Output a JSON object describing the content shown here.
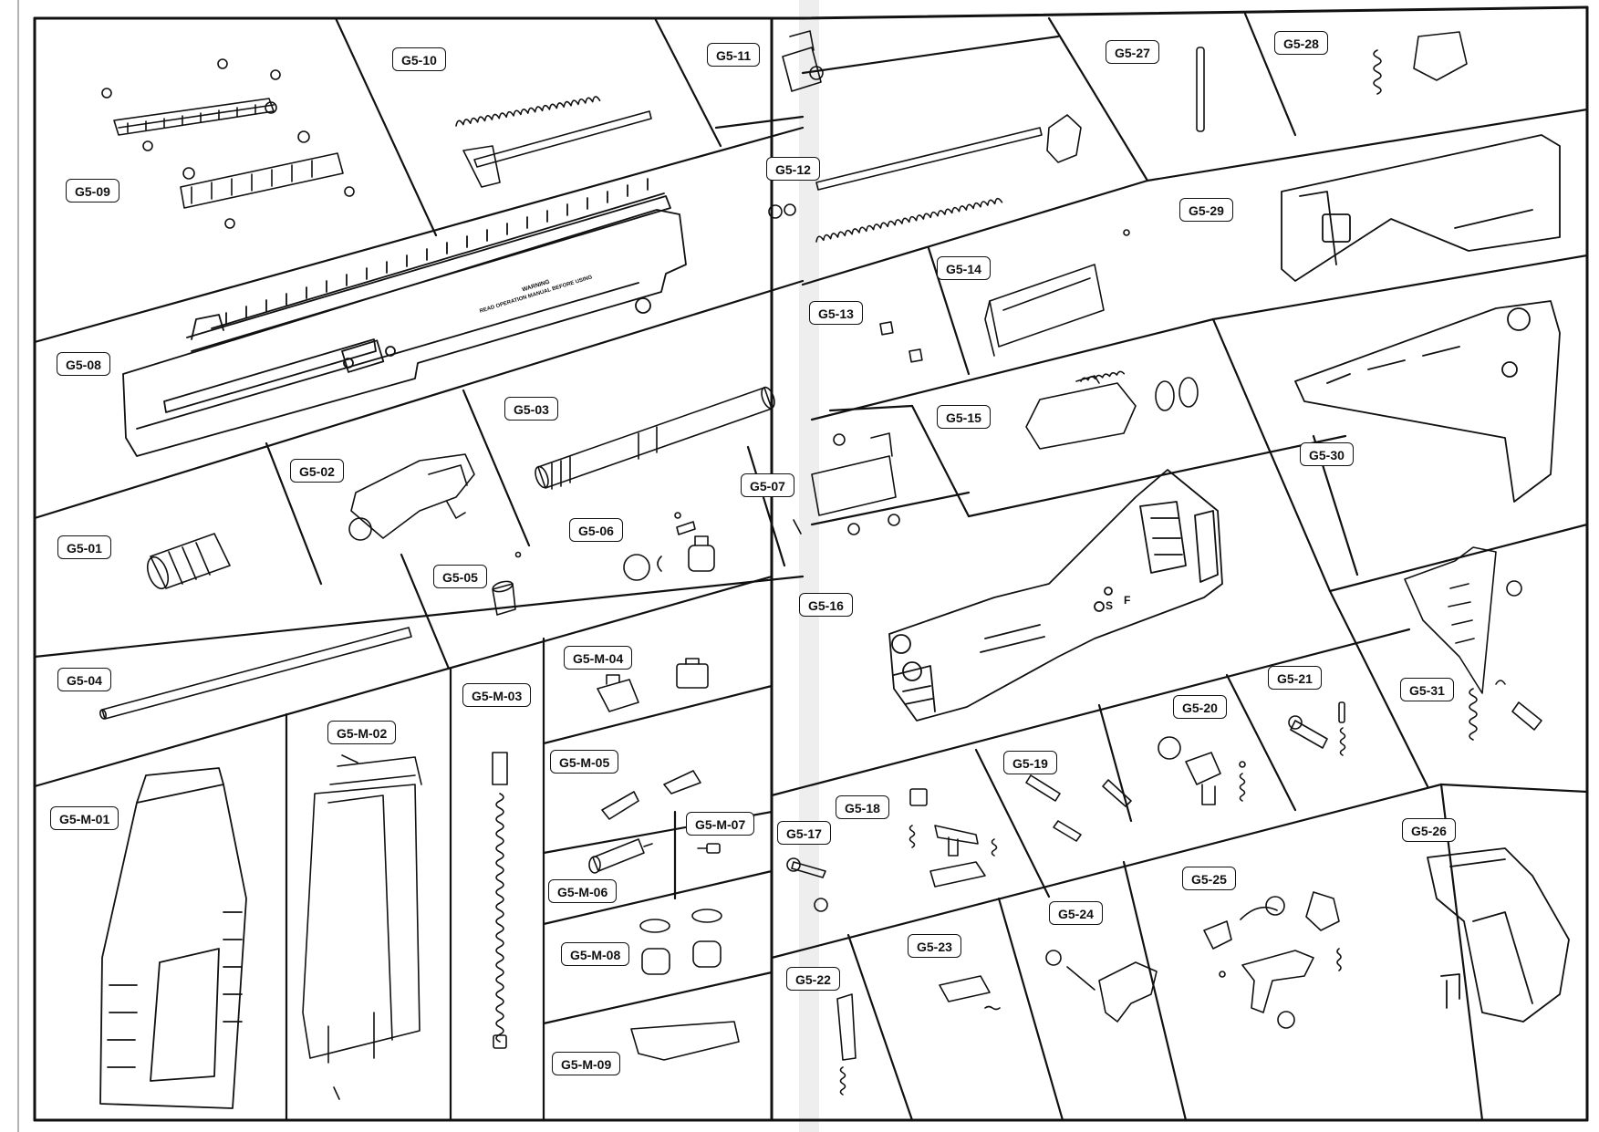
{
  "colors": {
    "ink": "#111111",
    "paper": "#ffffff",
    "binding": "#d6d6d6"
  },
  "labels": [
    {
      "id": "g5-09",
      "text": "G5-09"
    },
    {
      "id": "g5-10",
      "text": "G5-10"
    },
    {
      "id": "g5-11",
      "text": "G5-11"
    },
    {
      "id": "g5-12",
      "text": "G5-12"
    },
    {
      "id": "g5-08",
      "text": "G5-08"
    },
    {
      "id": "g5-03",
      "text": "G5-03"
    },
    {
      "id": "g5-02",
      "text": "G5-02"
    },
    {
      "id": "g5-07",
      "text": "G5-07"
    },
    {
      "id": "g5-01",
      "text": "G5-01"
    },
    {
      "id": "g5-06",
      "text": "G5-06"
    },
    {
      "id": "g5-05",
      "text": "G5-05"
    },
    {
      "id": "g5-04",
      "text": "G5-04"
    },
    {
      "id": "g5-m-04",
      "text": "G5-M-04"
    },
    {
      "id": "g5-m-03",
      "text": "G5-M-03"
    },
    {
      "id": "g5-m-02",
      "text": "G5-M-02"
    },
    {
      "id": "g5-m-05",
      "text": "G5-M-05"
    },
    {
      "id": "g5-m-01",
      "text": "G5-M-01"
    },
    {
      "id": "g5-m-07",
      "text": "G5-M-07"
    },
    {
      "id": "g5-m-06",
      "text": "G5-M-06"
    },
    {
      "id": "g5-m-08",
      "text": "G5-M-08"
    },
    {
      "id": "g5-m-09",
      "text": "G5-M-09"
    },
    {
      "id": "g5-27",
      "text": "G5-27"
    },
    {
      "id": "g5-28",
      "text": "G5-28"
    },
    {
      "id": "g5-29",
      "text": "G5-29"
    },
    {
      "id": "g5-14",
      "text": "G5-14"
    },
    {
      "id": "g5-13",
      "text": "G5-13"
    },
    {
      "id": "g5-15",
      "text": "G5-15"
    },
    {
      "id": "g5-30",
      "text": "G5-30"
    },
    {
      "id": "g5-16",
      "text": "G5-16"
    },
    {
      "id": "g5-31",
      "text": "G5-31"
    },
    {
      "id": "g5-21",
      "text": "G5-21"
    },
    {
      "id": "g5-20",
      "text": "G5-20"
    },
    {
      "id": "g5-19",
      "text": "G5-19"
    },
    {
      "id": "g5-18",
      "text": "G5-18"
    },
    {
      "id": "g5-17",
      "text": "G5-17"
    },
    {
      "id": "g5-26",
      "text": "G5-26"
    },
    {
      "id": "g5-25",
      "text": "G5-25"
    },
    {
      "id": "g5-24",
      "text": "G5-24"
    },
    {
      "id": "g5-23",
      "text": "G5-23"
    },
    {
      "id": "g5-22",
      "text": "G5-22"
    }
  ],
  "part_markings": {
    "receiver_warning": "WARNING",
    "receiver_notice": "READ OPERATION MANUAL BEFORE USING",
    "selector_s": "S",
    "selector_f": "F"
  }
}
